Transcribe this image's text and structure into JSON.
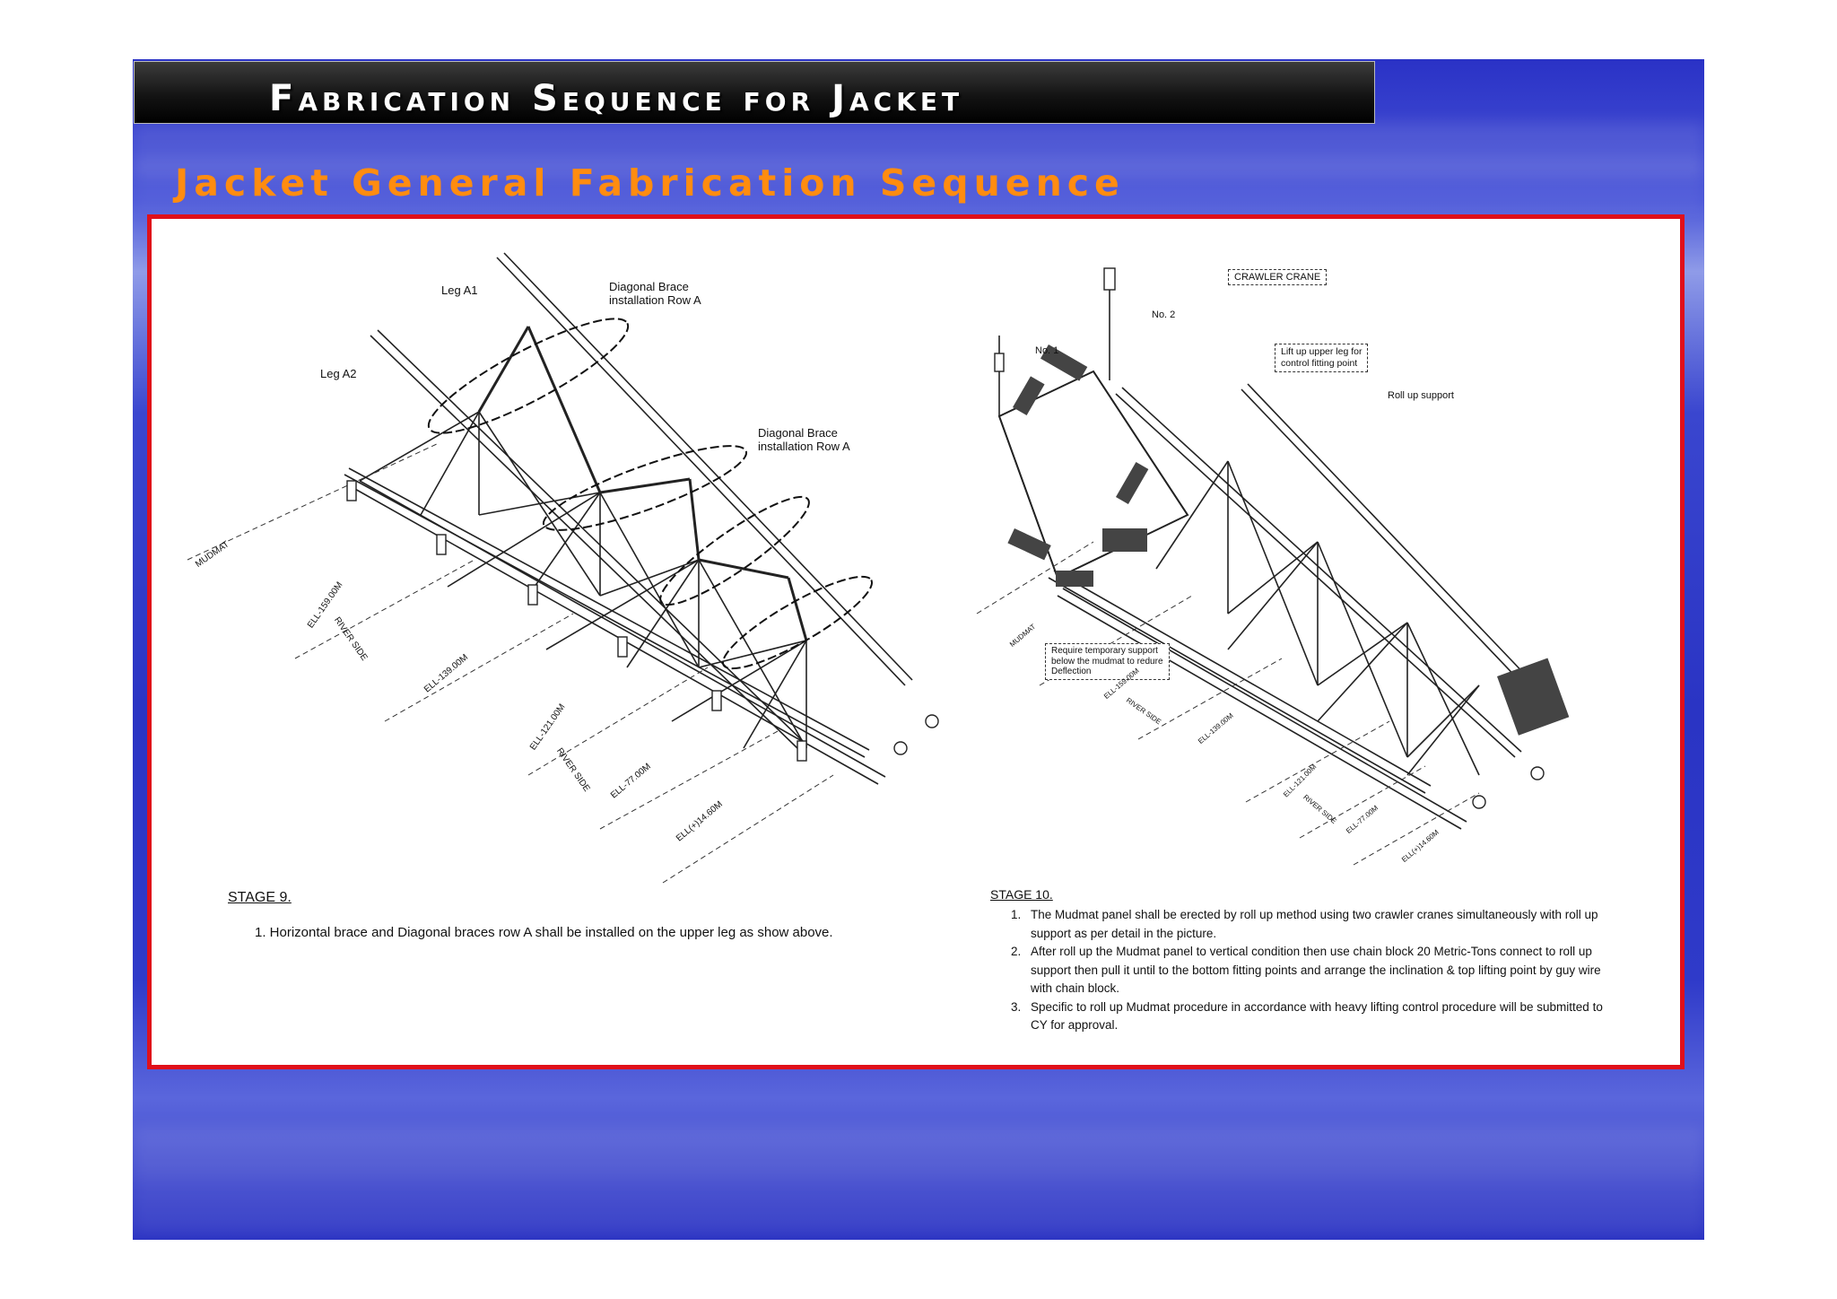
{
  "header": {
    "title": "Fabrication Sequence for Jacket",
    "subtitle": "Jacket General Fabrication Sequence"
  },
  "left_drawing": {
    "labels": {
      "leg_a1": "Leg A1",
      "leg_a2": "Leg A2",
      "brace_row_a_1": "Diagonal Brace\ninstallation Row A",
      "brace_row_a_2": "Diagonal Brace\ninstallation Row A",
      "mudmat": "MUDMAT",
      "ell_159": "ELL-159.00M",
      "river_side_1": "RIVER SIDE",
      "ell_139": "ELL-139.00M",
      "ell_121": "ELL-121.00M",
      "river_side_2": "RIVER SIDE",
      "ell_77": "ELL-77.00M",
      "ell_14": "ELL(+)14.60M"
    },
    "stage_title": "STAGE 9.",
    "stage_text": "1. Horizontal brace and Diagonal braces row A shall be installed on the upper leg as show above."
  },
  "right_drawing": {
    "labels": {
      "crawler_crane": "CRAWLER CRANE",
      "no2": "No. 2",
      "no1": "No. 1",
      "lift_up": "Lift up upper leg for\ncontrol fitting point",
      "roll_up": "Roll up support",
      "temp_support": "Require temporary support\nbelow the mudmat to redure\nDeflection",
      "mudmat": "MUDMAT",
      "ell_159": "ELL-159.00M",
      "river_side_1": "RIVER SIDE",
      "ell_139": "ELL-139.00M",
      "ell_121": "ELL-121.00M",
      "river_side_2": "RIVER SIDE",
      "ell_77": "ELL-77.00M",
      "ell_14": "ELL(+)14.60M"
    },
    "stage_title": "STAGE 10.",
    "stage_items": [
      {
        "num": "1.",
        "text": "The Mudmat panel shall be erected by roll up method using two crawler cranes simultaneously with roll up support as per detail in the picture."
      },
      {
        "num": "2.",
        "text": "After roll up the Mudmat panel to vertical condition then use chain block 20 Metric-Tons connect to roll up support then pull it until to the bottom fitting points and arrange the inclination & top lifting point by guy wire with chain block."
      },
      {
        "num": "3.",
        "text": "Specific to roll up Mudmat procedure in accordance with heavy lifting control procedure will be submitted to CY for approval."
      }
    ]
  }
}
